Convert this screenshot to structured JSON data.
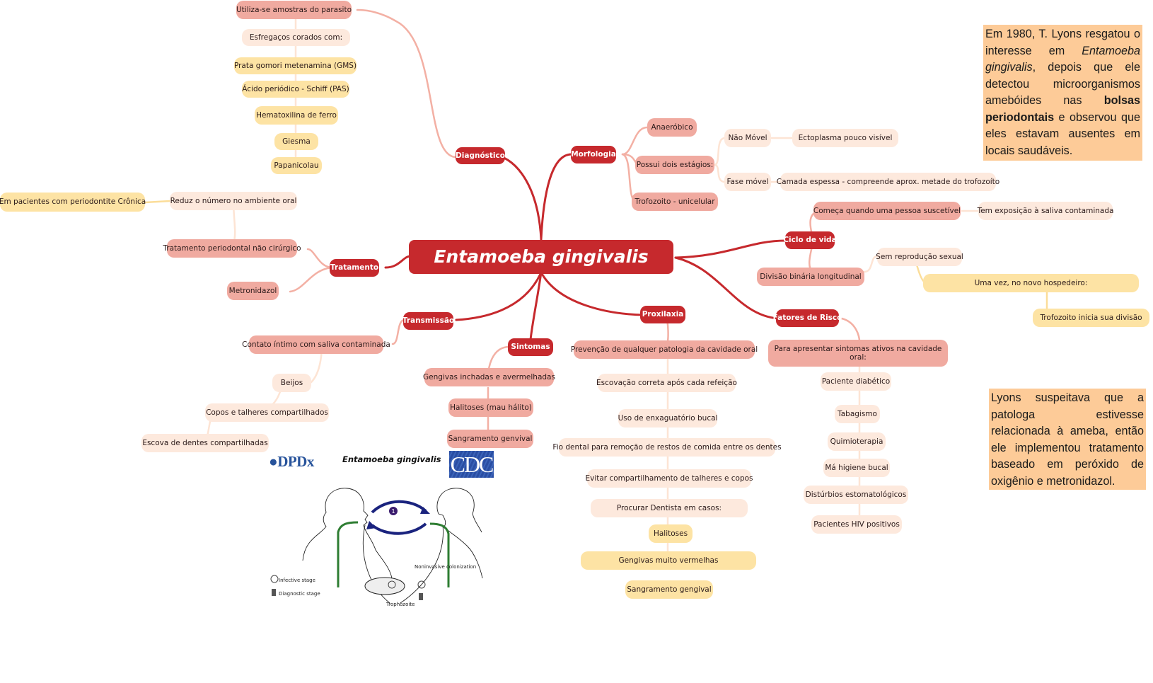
{
  "root": {
    "label": "Entamoeba gingivalis"
  },
  "colors": {
    "main": "#c6292d",
    "level2": "#f0aaa0",
    "level3": "#fde9dd",
    "level4": "#fde3a4",
    "note_bg": "#fdcb98",
    "edge_main": "#c6292d",
    "edge_level2": "#f3b0a4",
    "edge_level3": "#fde4d4",
    "edge_level4": "#fbdd99"
  },
  "branches": {
    "diagnostico": {
      "label": "Diagnóstico",
      "children": [
        {
          "label": "Utiliza-se amostras do parasito"
        },
        {
          "label": "Esfregaços corados com:"
        },
        {
          "label": "Prata gomori metenamina (GMS)"
        },
        {
          "label": "Ácido periódico - Schiff (PAS)"
        },
        {
          "label": "Hematoxilina de ferro"
        },
        {
          "label": "Giesma"
        },
        {
          "label": "Papanicolau"
        }
      ]
    },
    "tratamento": {
      "label": "Tratamento",
      "children": [
        {
          "label": "Em pacientes com periodontite Crônica"
        },
        {
          "label": "Reduz o número no ambiente oral"
        },
        {
          "label": "Tratamento periodontal não cirúrgico"
        },
        {
          "label": "Metronidazol"
        }
      ]
    },
    "transmissao": {
      "label": "Transmissão",
      "children": [
        {
          "label": "Contato íntimo com saliva contaminada"
        },
        {
          "label": "Beijos"
        },
        {
          "label": "Copos e talheres compartilhados"
        },
        {
          "label": "Escova de dentes compartilhadas"
        }
      ]
    },
    "sintomas": {
      "label": "Sintomas",
      "children": [
        {
          "label": "Gengivas inchadas e avermelhadas"
        },
        {
          "label": "Halitoses (mau hálito)"
        },
        {
          "label": "Sangramento genvival"
        }
      ]
    },
    "morfologia": {
      "label": "Morfologia",
      "children": [
        {
          "label": "Anaeróbico"
        },
        {
          "label": "Possui dois estágios:"
        },
        {
          "label": "Não Móvel"
        },
        {
          "label": "Ectoplasma pouco visível"
        },
        {
          "label": "Fase móvel"
        },
        {
          "label": "Camada espessa - compreende aprox. metade do trofozoíto"
        },
        {
          "label": "Trofozoito - unicelular"
        }
      ]
    },
    "ciclo": {
      "label": "Ciclo de vida",
      "children": [
        {
          "label": "Começa quando uma pessoa suscetível"
        },
        {
          "label": "Tem exposição à saliva contaminada"
        },
        {
          "label": "Divisão binária longitudinal"
        },
        {
          "label": "Sem reprodução sexual"
        },
        {
          "label": "Uma vez, no novo hospedeiro:"
        },
        {
          "label": "Trofozoito inicia sua divisão"
        }
      ]
    },
    "proxilaxia": {
      "label": "Proxilaxia",
      "children": [
        {
          "label": "Prevenção de qualquer patologia da cavidade oral"
        },
        {
          "label": "Escovação correta após cada refeição"
        },
        {
          "label": "Uso de enxaguatório bucal"
        },
        {
          "label": "Fio dental para remoção de restos de comida entre os dentes"
        },
        {
          "label": "Evitar compartilhamento de talheres e copos"
        },
        {
          "label": "Procurar Dentista em casos:"
        },
        {
          "label": "Halitoses"
        },
        {
          "label": "Gengivas muito vermelhas"
        },
        {
          "label": "Sangramento gengival"
        }
      ]
    },
    "fatores": {
      "label": "Fatores de Risco",
      "children": [
        {
          "label": "Para apresentar sintomas ativos na cavidade oral:"
        },
        {
          "label": "Paciente diabético"
        },
        {
          "label": "Tabagismo"
        },
        {
          "label": "Quimioterapia"
        },
        {
          "label": "Má higiene bucal"
        },
        {
          "label": "Distúrbios estomatológicos"
        },
        {
          "label": "Pacientes HIV positivos"
        }
      ]
    }
  },
  "notes": {
    "note1": {
      "p1": "Em 1980, T. Lyons resgatou o interesse em ",
      "italic": "Entamoeba gingivalis",
      "p2": ", depois que ele detectou microorganismos amebóides nas ",
      "bold": "bolsas periodontais",
      "p3": " e observou que eles estavam ausentes em locais saudáveis."
    },
    "note2": {
      "text": "Lyons suspeitava que a patologa estivesse relacionada à ameba, então ele implementou tratamento baseado em peróxido de oxigênio e metronidazol."
    }
  },
  "figure": {
    "logo_left": "DPDx",
    "title": "Entamoeba gingivalis",
    "logo_right": "CDC",
    "step_number": "1",
    "label_colonization": "Noninvasive colonization",
    "label_infective": "Infective stage",
    "label_diagnostic": "Diagnostic stage",
    "label_trophozoite": "Trophozoite"
  }
}
